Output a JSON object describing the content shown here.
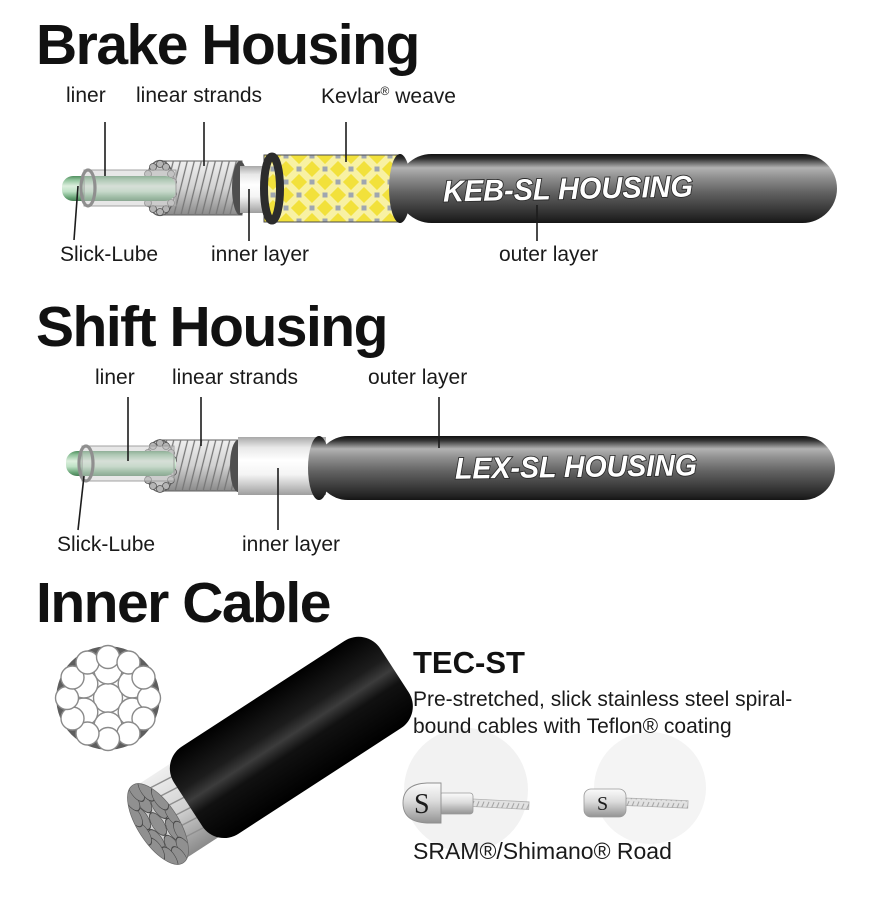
{
  "brake": {
    "title": "Brake Housing",
    "label_liner": "liner",
    "label_linear_strands": "linear strands",
    "label_kevlar_word": "Kevlar",
    "label_kevlar_reg": "®",
    "label_kevlar_weave": "weave",
    "label_slick_lube": "Slick-Lube",
    "label_inner_layer": "inner layer",
    "label_outer_layer": "outer layer",
    "housing_name": "KEB-SL HOUSING"
  },
  "shift": {
    "title": "Shift Housing",
    "label_liner": "liner",
    "label_linear_strands": "linear strands",
    "label_outer_layer": "outer layer",
    "label_slick_lube": "Slick-Lube",
    "label_inner_layer": "inner layer",
    "housing_name": "LEX-SL HOUSING"
  },
  "inner_cable": {
    "title": "Inner Cable",
    "product_name": "TEC-ST",
    "description_line1": "Pre-stretched, slick stainless steel spiral-",
    "description_line2": "bound cables with Teflon® coating",
    "fitting_left_label": "S",
    "fitting_right_label": "S",
    "compatibility": "SRAM®/Shimano® Road"
  },
  "colors": {
    "kevlar_yellow": "#f2e13b",
    "housing_gray": "#5a5a5a",
    "liner_green": "#7cc08a",
    "inner_layer_white": "#ffffff",
    "label_black": "#1a1a1a"
  }
}
